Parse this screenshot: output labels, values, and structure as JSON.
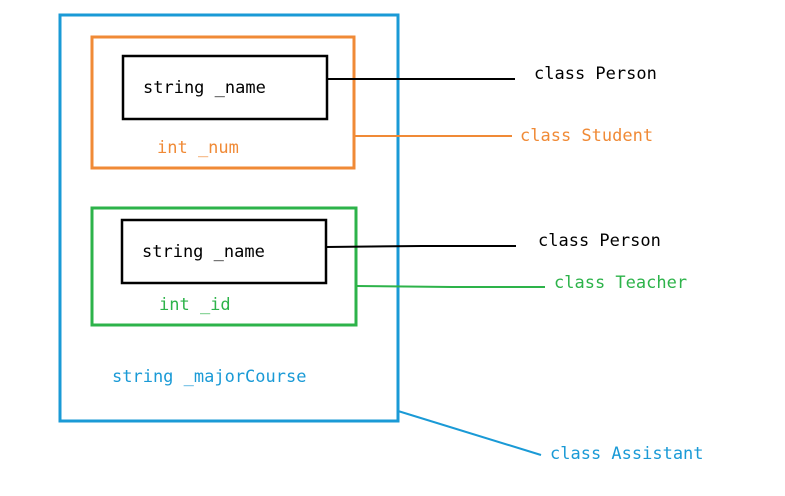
{
  "colors": {
    "assistant": "#1a9ad6",
    "student": "#f08a36",
    "teacher": "#2db34a",
    "person": "#000000"
  },
  "student": {
    "member_name": "string _name",
    "member_num": "int _num"
  },
  "teacher": {
    "member_name": "string _name",
    "member_id": "int _id"
  },
  "assistant": {
    "member_major": "string _majorCourse"
  },
  "labels": {
    "person_1": "class Person",
    "student": "class Student",
    "person_2": "class Person",
    "teacher": "class Teacher",
    "assistant": "class Assistant"
  }
}
